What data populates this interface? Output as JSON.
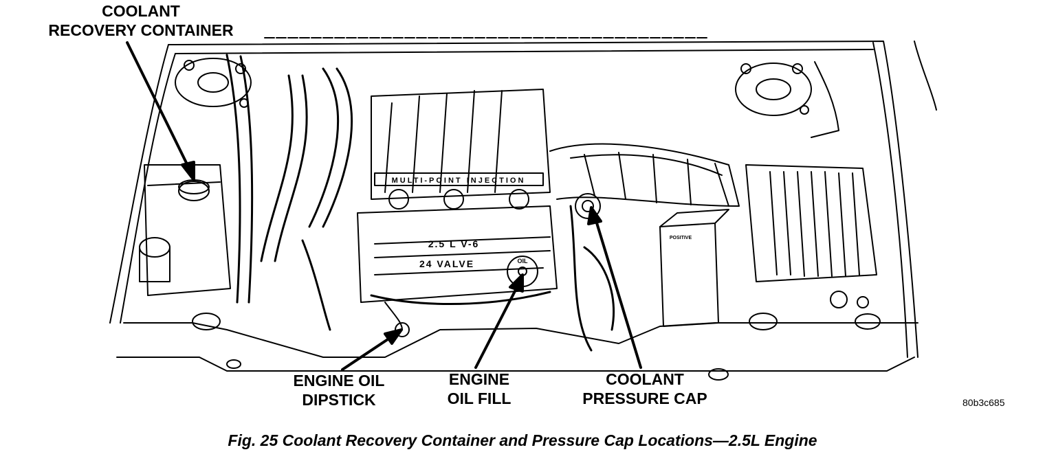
{
  "callouts": {
    "coolant_container": {
      "line1": "COOLANT",
      "line2": "RECOVERY CONTAINER"
    },
    "dipstick": {
      "line1": "ENGINE OIL",
      "line2": "DIPSTICK"
    },
    "oil_fill": {
      "line1": "ENGINE",
      "line2": "OIL FILL"
    },
    "pressure_cap": {
      "line1": "COOLANT",
      "line2": "PRESSURE CAP"
    }
  },
  "engine_labels": {
    "manifold": "MULTI-POINT INJECTION",
    "displacement": "2.5 L V-6",
    "valves": "24 VALVE",
    "oil_cap": "OIL",
    "battery": "POSITIVE"
  },
  "figure_code": "80b3c685",
  "caption": "Fig. 25 Coolant Recovery Container and Pressure Cap Locations—2.5L Engine",
  "colors": {
    "ink": "#000000",
    "paper": "#ffffff"
  }
}
